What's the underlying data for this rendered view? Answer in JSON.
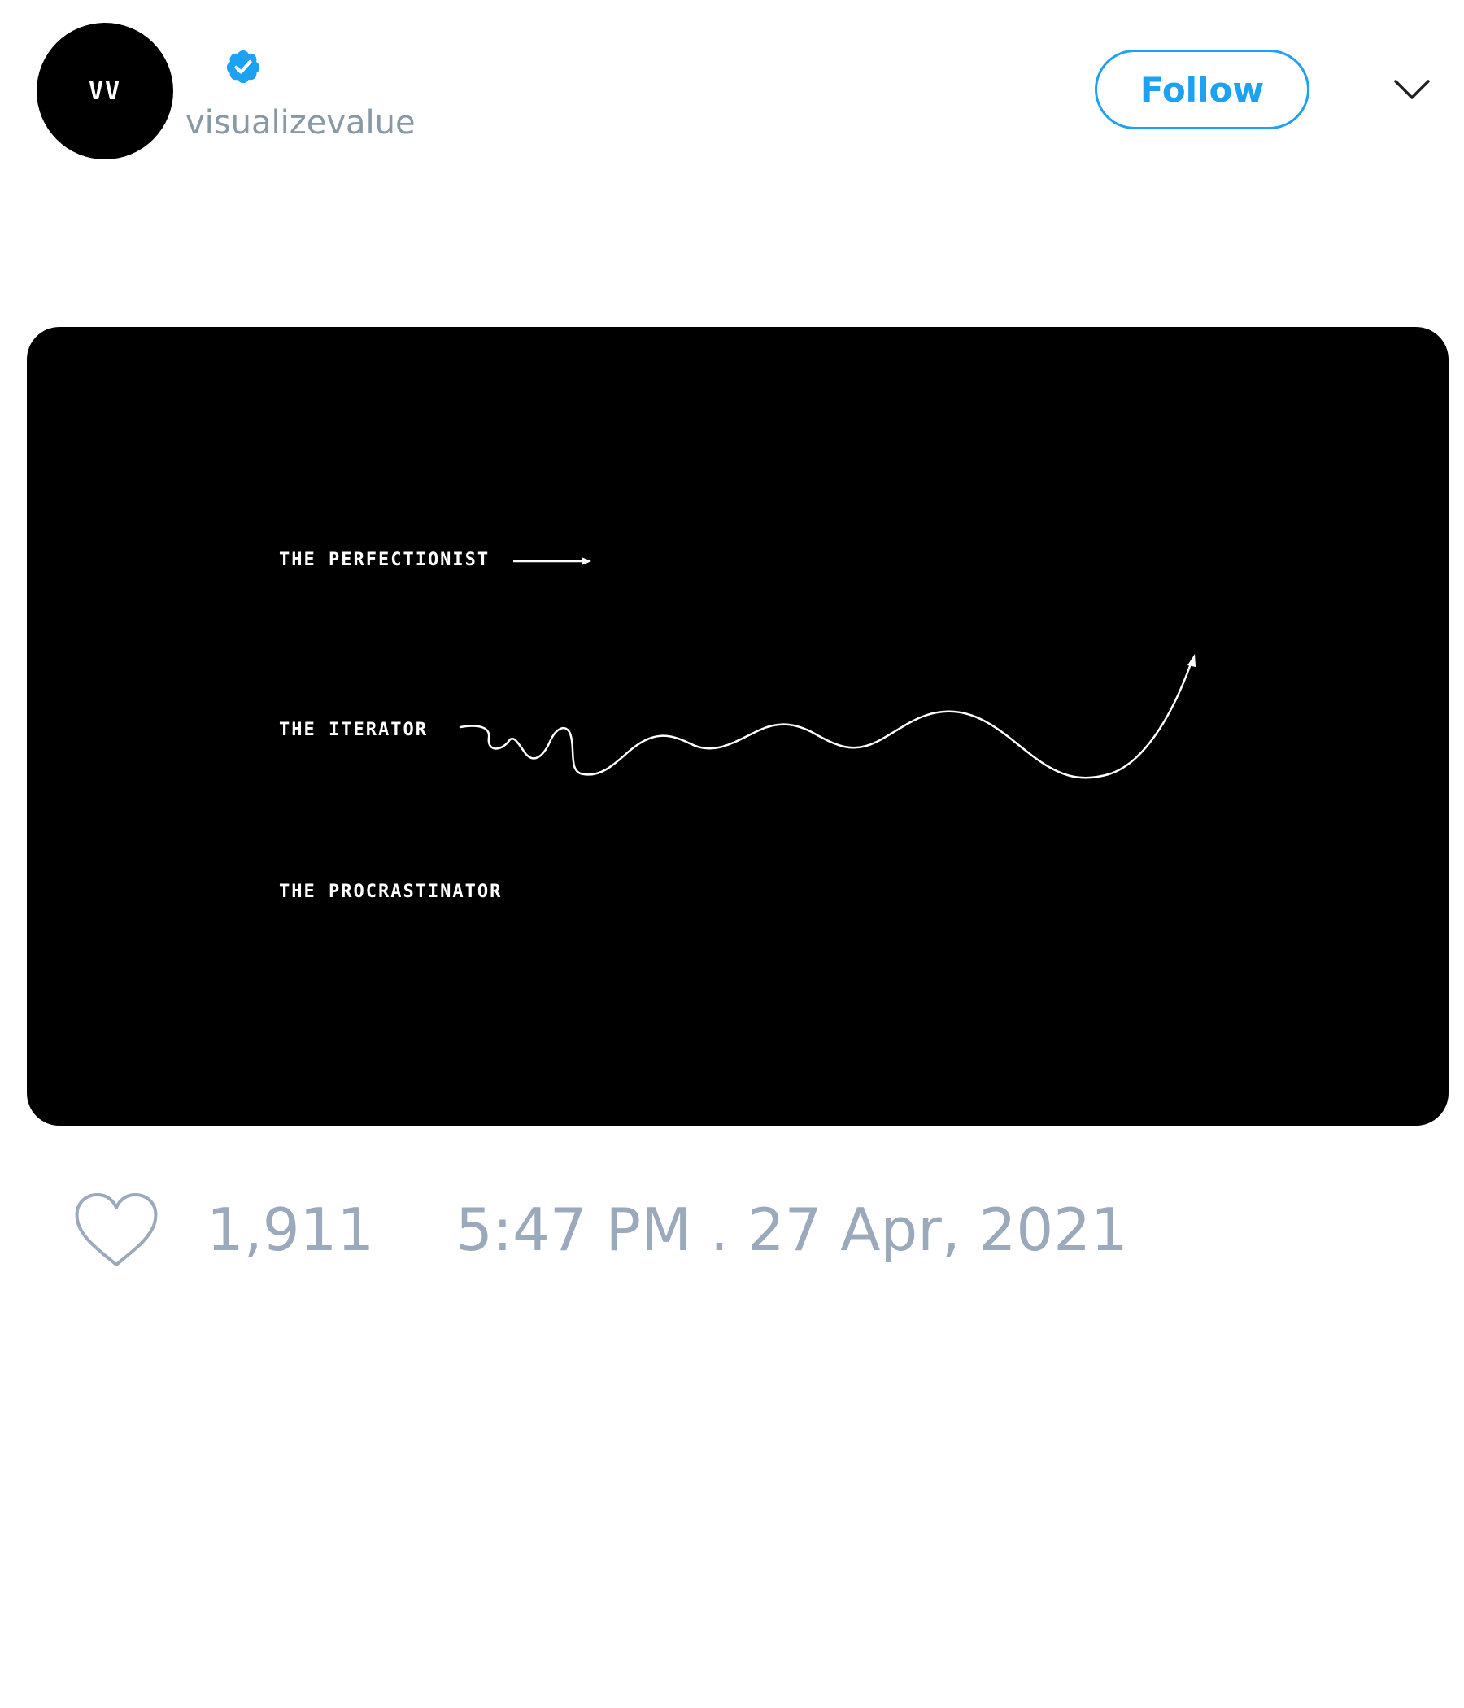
{
  "header": {
    "avatar_text": "VV",
    "username": "visualizevalue",
    "follow_label": "Follow",
    "verified": true
  },
  "media": {
    "labels": [
      "THE PERFECTIONIST",
      "THE ITERATOR",
      "THE PROCRASTINATOR"
    ]
  },
  "footer": {
    "likes": "1,911",
    "timestamp": "5:47 PM . 27 Apr, 2021"
  },
  "colors": {
    "accent": "#1da1f2",
    "muted_text": "#8899a6",
    "meta_text": "#9aa9bb",
    "media_bg": "#000000"
  },
  "icons": {
    "verified": "verified-badge-icon",
    "menu": "chevron-down-icon",
    "like": "heart-icon"
  }
}
